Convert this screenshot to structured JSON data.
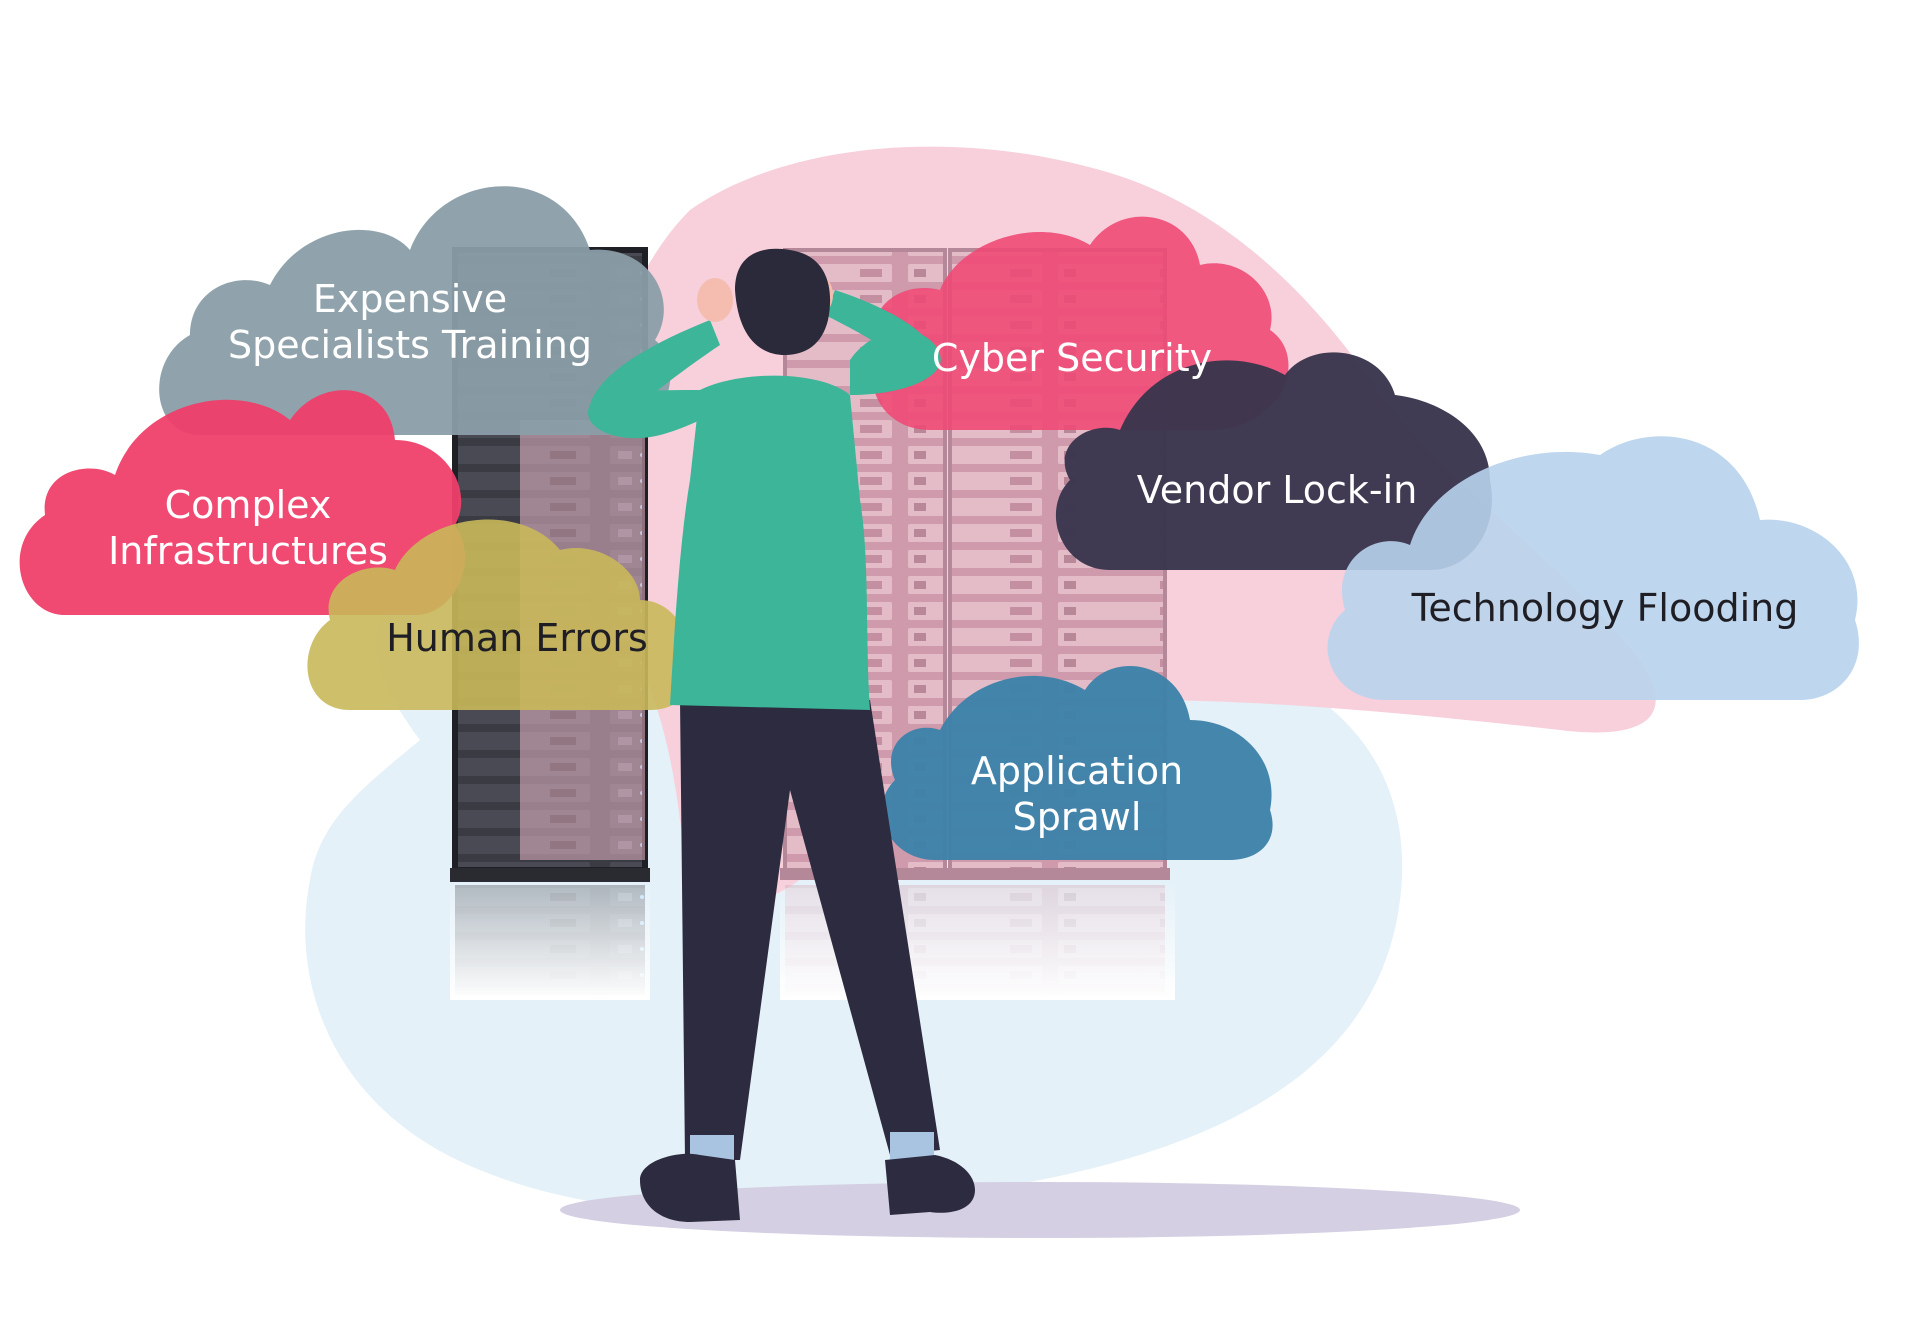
{
  "colors": {
    "slate": "#8a9ea8",
    "crimson": "#ef3f6a",
    "olive": "#c9b85a",
    "rose": "#ee4a76",
    "navy": "#3a364d",
    "sky": "#b8d3ec",
    "teal_blue": "#3e82a9",
    "shirt": "#3cb598",
    "pants": "#2d2b3f",
    "hair": "#2b2a3a",
    "skin": "#f5bdb0",
    "pink_blob": "#f6cfd9",
    "blue_blob": "#e4f1f8",
    "rack": "#2f2f36",
    "rack_pink": "#d9a8b6",
    "shadow": "#d4cfe2"
  },
  "clouds": [
    {
      "id": "expensive",
      "lines": [
        "Expensive",
        "Specialists Training"
      ],
      "color_key": "slate",
      "text_tone": "light"
    },
    {
      "id": "complex",
      "lines": [
        "Complex",
        "Infrastructures"
      ],
      "color_key": "crimson",
      "text_tone": "light"
    },
    {
      "id": "human",
      "lines": [
        "Human Errors"
      ],
      "color_key": "olive",
      "text_tone": "dark"
    },
    {
      "id": "cyber",
      "lines": [
        "Cyber Security"
      ],
      "color_key": "rose",
      "text_tone": "light"
    },
    {
      "id": "vendor",
      "lines": [
        "Vendor  Lock-in"
      ],
      "color_key": "navy",
      "text_tone": "light"
    },
    {
      "id": "technology",
      "lines": [
        "Technology Flooding"
      ],
      "color_key": "sky",
      "text_tone": "dark"
    },
    {
      "id": "application",
      "lines": [
        "Application",
        "Sprawl"
      ],
      "color_key": "teal_blue",
      "text_tone": "light"
    }
  ],
  "figure": {
    "description_icon": "stressed-person-icon",
    "server_icon": "server-rack-icon"
  }
}
